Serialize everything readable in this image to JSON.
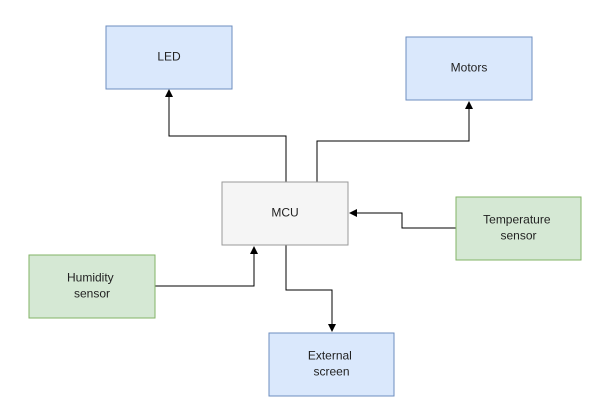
{
  "colors": {
    "output_fill": "#dae8fc",
    "output_stroke": "#6c8ebf",
    "input_fill": "#d5e8d4",
    "input_stroke": "#82b366",
    "mcu_fill": "#f5f5f5",
    "mcu_stroke": "#999999",
    "edge": "#000000"
  },
  "nodes": {
    "led": {
      "lines": [
        "LED"
      ]
    },
    "motors": {
      "lines": [
        "Motors"
      ]
    },
    "mcu": {
      "lines": [
        "MCU"
      ]
    },
    "temperature": {
      "lines": [
        "Temperature",
        "sensor"
      ]
    },
    "humidity": {
      "lines": [
        "Humidity",
        "sensor"
      ]
    },
    "screen": {
      "lines": [
        "External",
        "screen"
      ]
    }
  }
}
